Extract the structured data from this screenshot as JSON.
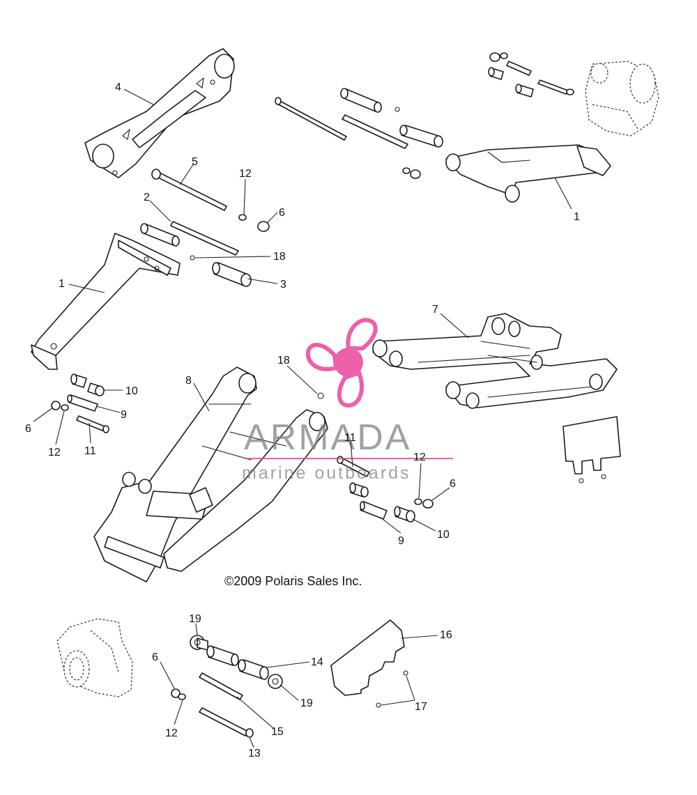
{
  "copyright": "©2009 Polaris Sales Inc.",
  "watermark": {
    "brand": "ARMADA",
    "tagline": "marine outboards",
    "accent_color": "#e8459a",
    "text_color": "#7d7d86"
  },
  "callouts": {
    "c1a": "1",
    "c1b": "1",
    "c2": "2",
    "c3": "3",
    "c4": "4",
    "c5": "5",
    "c6a": "6",
    "c6b": "6",
    "c6c": "6",
    "c6d": "6",
    "c7": "7",
    "c8": "8",
    "c9a": "9",
    "c9b": "9",
    "c10a": "10",
    "c10b": "10",
    "c11a": "11",
    "c11b": "11",
    "c12a": "12",
    "c12b": "12",
    "c12c": "12",
    "c12d": "12",
    "c13": "13",
    "c14": "14",
    "c15": "15",
    "c16": "16",
    "c17": "17",
    "c18a": "18",
    "c18b": "18",
    "c19a": "19",
    "c19b": "19"
  }
}
